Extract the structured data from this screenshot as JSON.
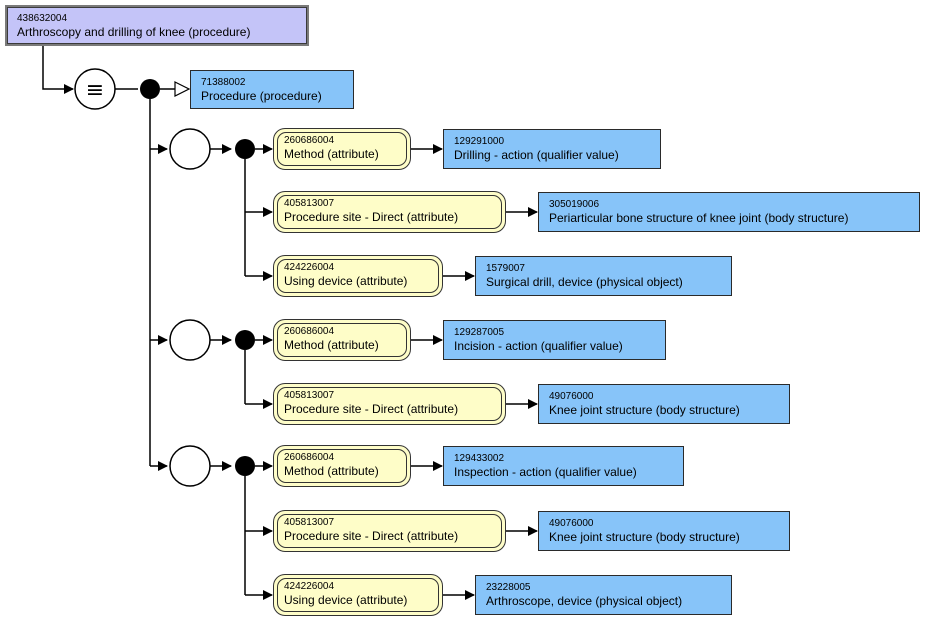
{
  "focus_concept": {
    "code": "438632004",
    "term": "Arthroscopy and drilling of knee (procedure)"
  },
  "definition_status_symbol": "≡",
  "parent": {
    "code": "71388002",
    "term": "Procedure (procedure)"
  },
  "groups": [
    {
      "rels": [
        {
          "attr_code": "260686004",
          "attr_term": "Method (attribute)",
          "val_code": "129291000",
          "val_term": "Drilling - action (qualifier value)"
        },
        {
          "attr_code": "405813007",
          "attr_term": "Procedure site - Direct (attribute)",
          "val_code": "305019006",
          "val_term": "Periarticular bone structure of knee joint (body structure)"
        },
        {
          "attr_code": "424226004",
          "attr_term": "Using device (attribute)",
          "val_code": "1579007",
          "val_term": "Surgical drill, device (physical object)"
        }
      ]
    },
    {
      "rels": [
        {
          "attr_code": "260686004",
          "attr_term": "Method (attribute)",
          "val_code": "129287005",
          "val_term": "Incision - action (qualifier value)"
        },
        {
          "attr_code": "405813007",
          "attr_term": "Procedure site - Direct (attribute)",
          "val_code": "49076000",
          "val_term": "Knee joint structure (body structure)"
        }
      ]
    },
    {
      "rels": [
        {
          "attr_code": "260686004",
          "attr_term": "Method (attribute)",
          "val_code": "129433002",
          "val_term": "Inspection - action (qualifier value)"
        },
        {
          "attr_code": "405813007",
          "attr_term": "Procedure site - Direct (attribute)",
          "val_code": "49076000",
          "val_term": "Knee joint structure (body structure)"
        },
        {
          "attr_code": "424226004",
          "attr_term": "Using device (attribute)",
          "val_code": "23228005",
          "val_term": "Arthroscope, device (physical object)"
        }
      ]
    }
  ]
}
